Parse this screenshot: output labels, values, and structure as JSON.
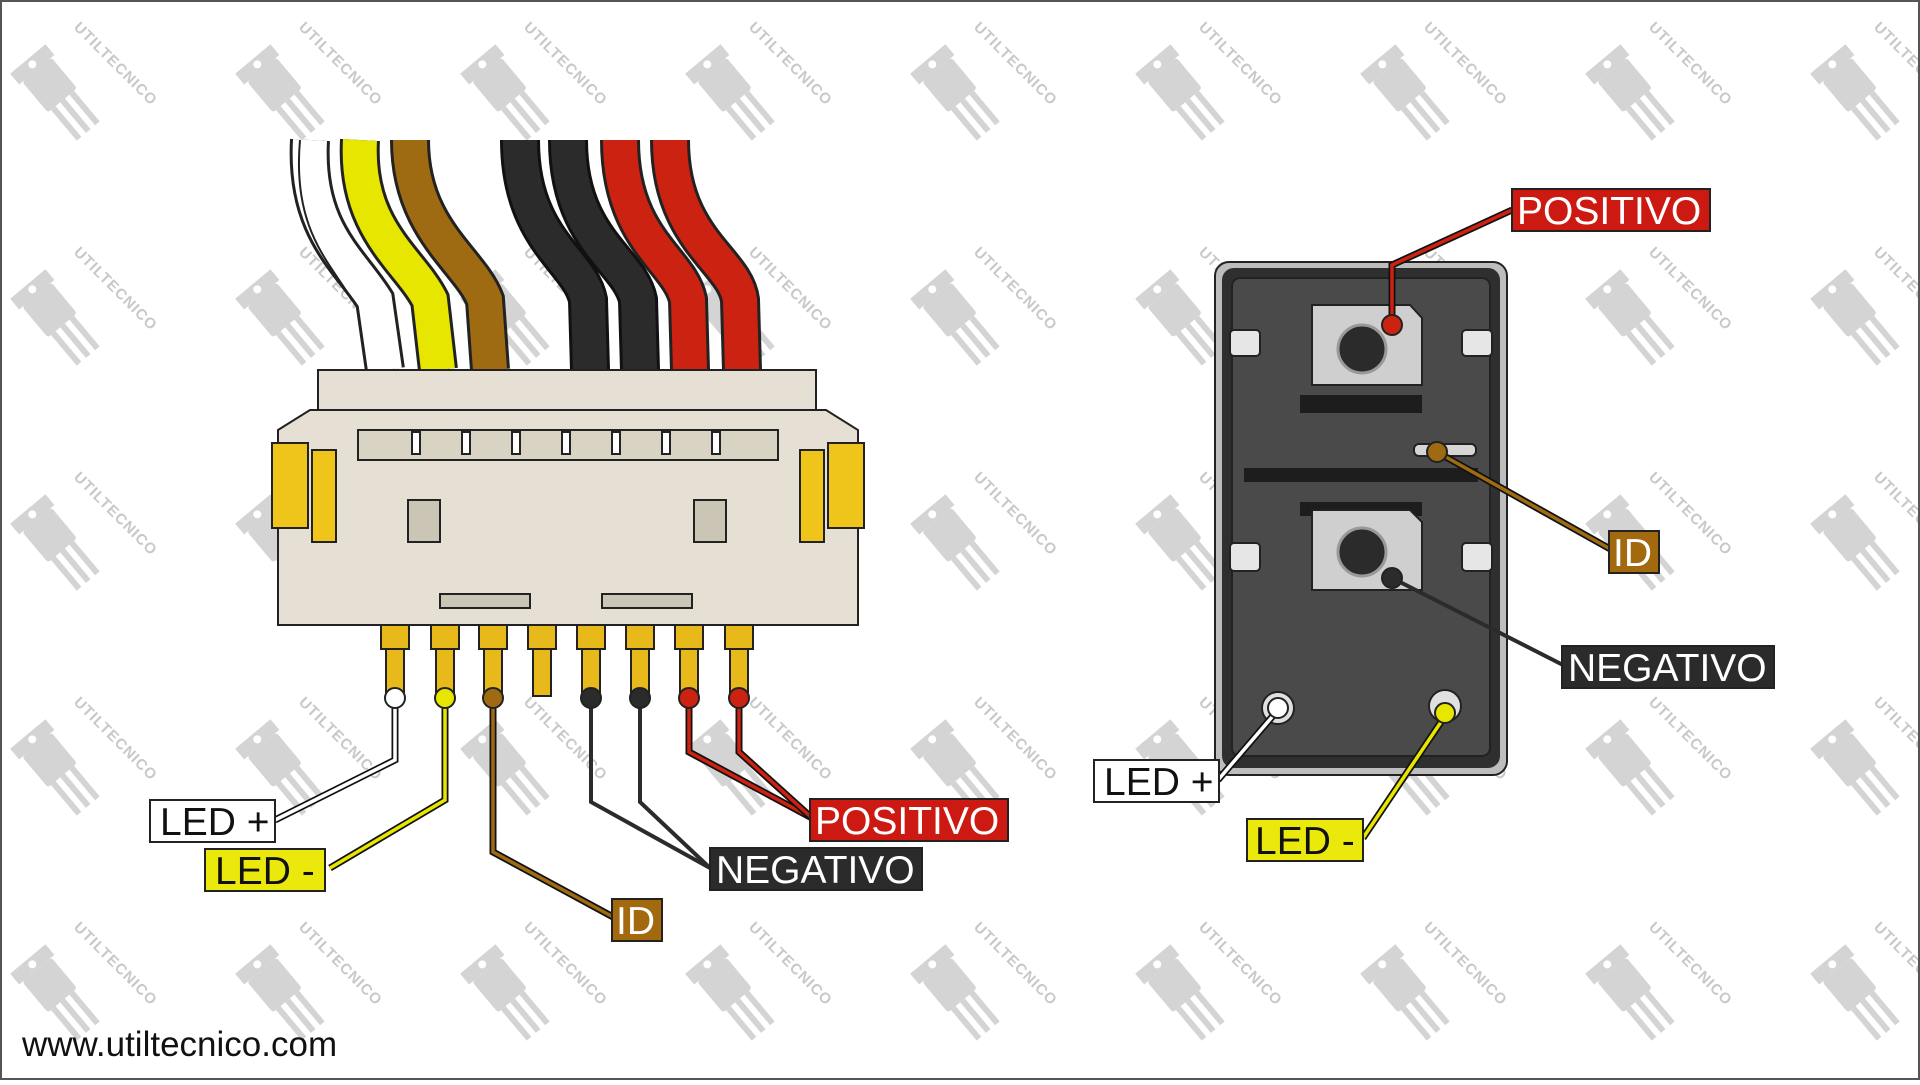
{
  "colors": {
    "white_wire": "#ffffff",
    "yellow_wire": "#e6e600",
    "brown_wire": "#9e6a12",
    "black_wire": "#2b2b2b",
    "red_wire": "#cc2211",
    "housing": "#e5e0d3",
    "latch": "#efc51b",
    "pin": "#e8b91a",
    "body_frame": "#2f2f2f",
    "body_face": "#4a4a4a",
    "label_red": "#cc1a12",
    "label_black": "#2b2b2b",
    "label_brown": "#a2690f",
    "label_yellow": "#ebe90c"
  },
  "watermark": {
    "text": "UTILTECNICO"
  },
  "connector": {
    "labels": {
      "led_plus": "LED +",
      "led_minus": "LED -",
      "id": "ID",
      "negativo": "NEGATIVO",
      "positivo": "POSITIVO"
    }
  },
  "switch": {
    "labels": {
      "positivo": "POSITIVO",
      "id": "ID",
      "negativo": "NEGATIVO",
      "led_plus": "LED +",
      "led_minus": "LED -"
    }
  },
  "footer": {
    "website": "www.utiltecnico.com"
  }
}
